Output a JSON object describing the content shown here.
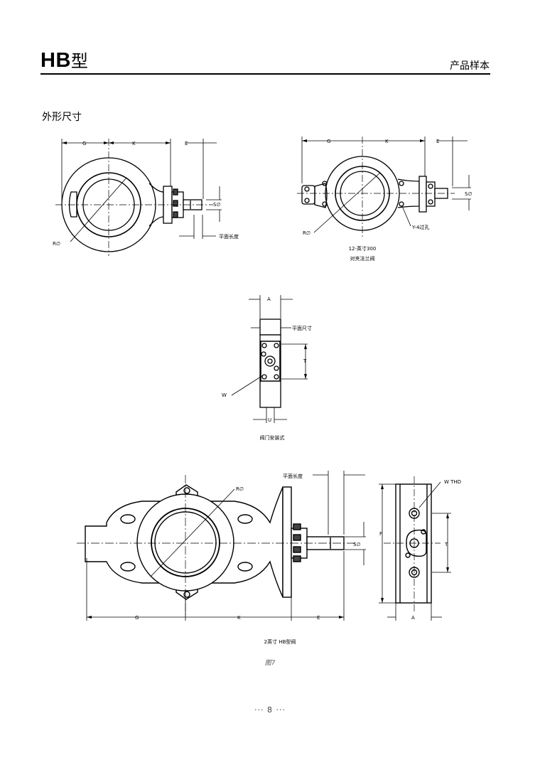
{
  "header": {
    "series": "HB",
    "series_suffix": "型",
    "doc_type": "产品样本"
  },
  "section_title": "外形尺寸",
  "fig1": {
    "G": "G",
    "K": "K",
    "E": "E",
    "S": "S∅",
    "R": "R∅",
    "flat_length": "平面长度"
  },
  "fig2": {
    "G": "G",
    "K": "K",
    "E": "E",
    "S": "S∅",
    "R": "R∅",
    "holes": "Y-4过孔",
    "caption_line1": "12-英寸300",
    "caption_line2": "对夹法兰阀"
  },
  "fig3": {
    "A": "A",
    "flat": "平面尺寸",
    "T": "T",
    "W": "W",
    "U": "U",
    "caption": "阀门安装式"
  },
  "fig4": {
    "flat_length": "平面长度",
    "R": "R∅",
    "S": "S∅",
    "G": "G",
    "K": "K",
    "E": "E",
    "caption": "2英寸  HB型阀"
  },
  "fig5": {
    "W": "W  THD",
    "F": "F",
    "T": "T",
    "A": "A"
  },
  "figure_label": "图7",
  "page_number": "··· 8 ···"
}
